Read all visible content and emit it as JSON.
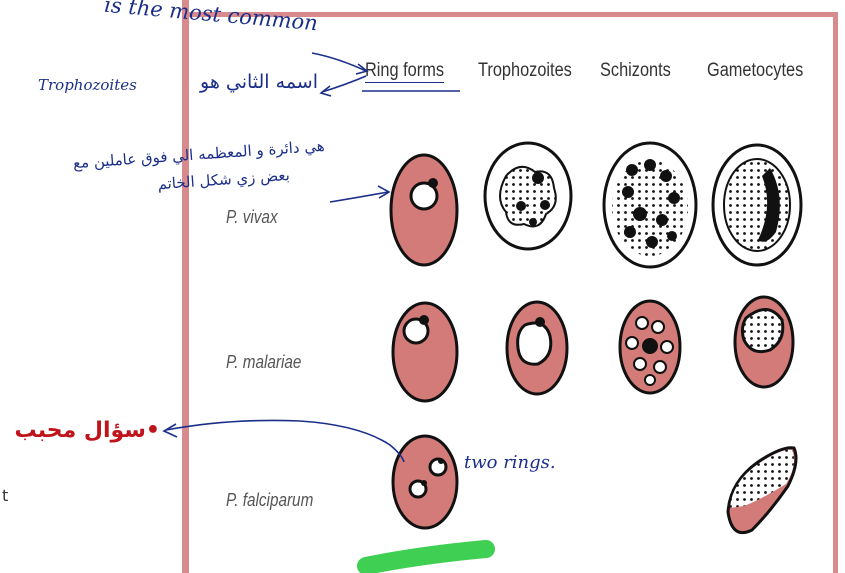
{
  "columns": {
    "ring": "Ring forms",
    "trophozoites": "Trophozoites",
    "schizonts": "Schizonts",
    "gametocytes": "Gametocytes"
  },
  "species": {
    "vivax": "P. vivax",
    "malariae": "P. malariae",
    "falciparum": "P. falciparum"
  },
  "notes": {
    "most_common": "is the most common",
    "second_name_arabic": "اسمه الثاني هو",
    "second_name_latin": "Trophozoites",
    "ring_desc_line1": "هي دائرة و المعظمه الي فوق عاملين مع",
    "ring_desc_line2": "بعض زي شكل الخاتم",
    "two_rings": "two rings.",
    "question": "•سؤال محبب",
    "cut_letter": "t"
  },
  "colors": {
    "cell_fill": "#d27b78",
    "frame": "#d88a8c",
    "ink": "#1b2f8a",
    "highlight": "#3fcf52",
    "question_red": "#c0141c"
  }
}
